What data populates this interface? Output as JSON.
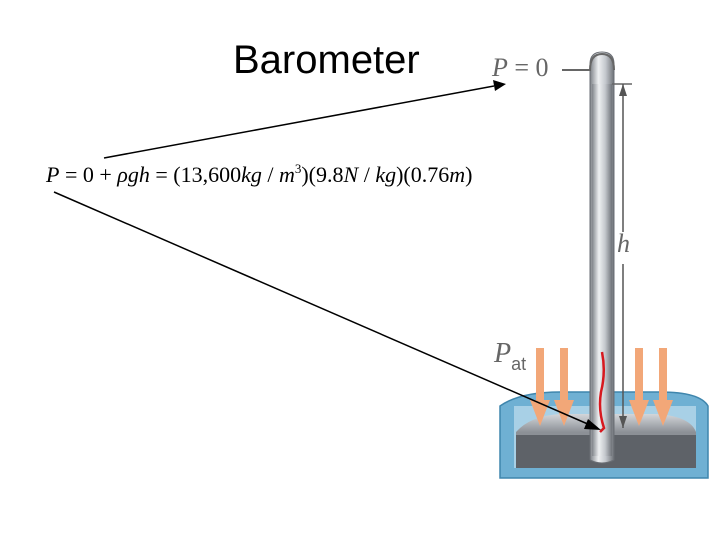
{
  "title": "Barometer",
  "equation": {
    "lhs": "P",
    "part1": " = 0 + ",
    "rho": "ρ",
    "gh": "gh",
    "part2": " = (13,600",
    "unit_kg": "kg",
    "slash1": " / ",
    "unit_m": "m",
    "exp3": "3",
    "part3": ")(9.8",
    "unit_N": "N",
    "slash2": " / ",
    "unit_kg2": "kg",
    "part4": ")(0.76",
    "unit_m2": "m",
    "part5": ")"
  },
  "labels": {
    "p_zero_symbol": "P",
    "p_zero_rest": " = 0",
    "height": "h",
    "p_at_symbol": "P",
    "p_at_subscript": "at"
  },
  "colors": {
    "tube": "#b9bdc3",
    "mercury_dark": "#5e6268",
    "dish_blue": "#6fb0d3",
    "arrow_orange": "#f2a778",
    "pointer_red": "#d7191f",
    "label_gray": "#666666"
  }
}
